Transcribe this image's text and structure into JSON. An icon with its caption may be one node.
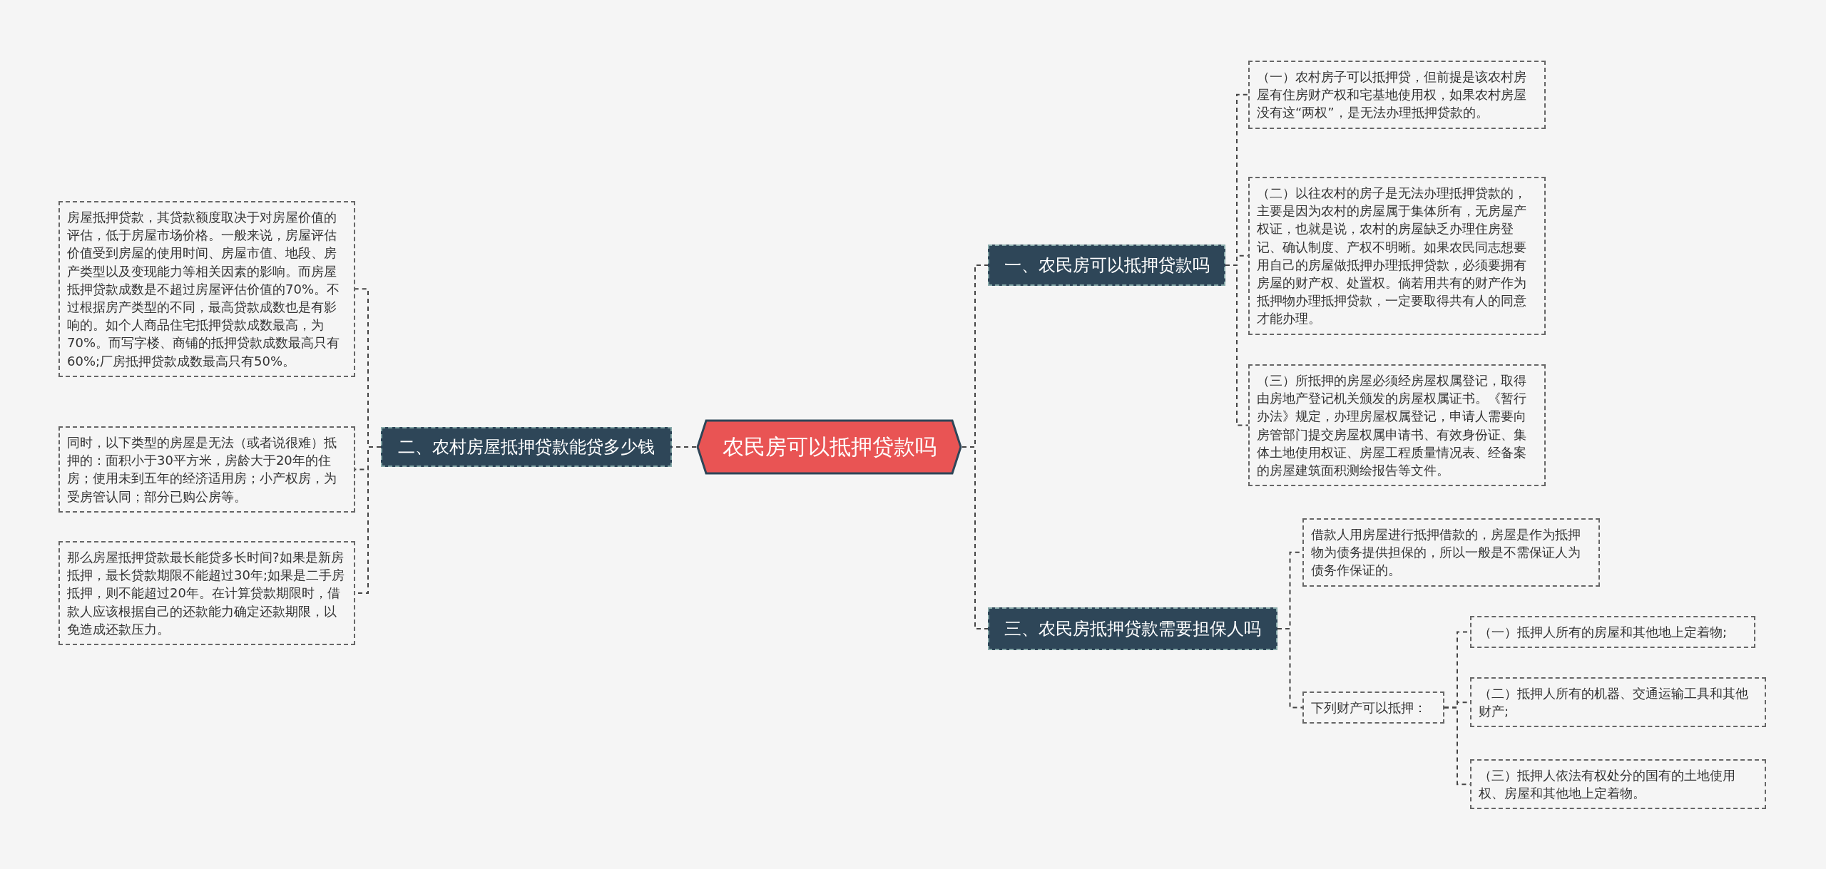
{
  "diagram": {
    "nodes": [
      {
        "text": [
          "农民房可以抵押贷款吗"
        ]
      },
      {
        "text": [
          "一、农民房可以抵押贷款吗"
        ]
      },
      {
        "text": [
          "（一）农村房子可以抵押贷，但前提是该农村房屋有住房财产权和宅基地使用权，如果农村房屋没有这“两权”，是无法办理抵押贷款的。"
        ]
      },
      {
        "text": [
          "（二）以往农村的房子是无法办理抵押贷款的，主要是因为农村的房屋属于集体所有，无房屋产权证，也就是说，农村的房屋缺乏办理住房登记、确认制度、产权不明晰。如果农民同志想要用自己的房屋做抵押办理抵押贷款，必须要拥有房屋的财产权、处置权。倘若用共有的财产作为抵押物办理抵押贷款，一定要取得共有人的同意才能办理。"
        ]
      },
      {
        "text": [
          "（三）所抵押的房屋必须经房屋权属登记，取得由房地产登记机关颁发的房屋权属证书。《暂行办法》规定，办理房屋权属登记，申请人需要向房管部门提交房屋权属申请书、有效身份证、集体土地使用权证、房屋工程质量情况表、经备案的房屋建筑面积测绘报告等文件。"
        ]
      },
      {
        "text": [
          "二、农村房屋抵押贷款能贷多少钱"
        ]
      },
      {
        "text": [
          "房屋抵押贷款，其贷款额度取决于对房屋价值的评估，低于房屋市场价格。一般来说，房屋评估价值受到房屋的使用时间、房屋市值、地段、房产类型以及变现能力等相关因素的影响。而房屋抵押贷款成数是不超过房屋评估价值的70%。不过根据房产类型的不同，最高贷款成数也是有影响的。如个人商品住宅抵押贷款成数最高，为70%。而写字楼、商铺的抵押贷款成数最高只有60%;厂房抵押贷款成数最高只有50%。"
        ]
      },
      {
        "text": [
          "同时，以下类型的房屋是无法（或者说很难）抵押的：面积小于30平方米，房龄大于20年的住房；使用未到五年的经济适用房；小产权房，为受房管认同；部分已购公房等。"
        ]
      },
      {
        "text": [
          "那么房屋抵押贷款最长能贷多长时间?如果是新房抵押，最长贷款期限不能超过30年;如果是二手房抵押，则不能超过20年。在计算贷款期限时，借款人应该根据自己的还款能力确定还款期限，以免造成还款压力。"
        ]
      },
      {
        "text": [
          "三、农民房抵押贷款需要担保人吗"
        ]
      },
      {
        "text": [
          "借款人用房屋进行抵押借款的，房屋是作为抵押物为债务提供担保的，所以一般是不需保证人为债务作保证的。"
        ]
      },
      {
        "text": [
          "下列财产可以抵押："
        ]
      },
      {
        "text": [
          "（一）抵押人所有的房屋和其他地上定着物;"
        ]
      },
      {
        "text": [
          "（二）抵押人所有的机器、交通运输工具和其他财产;"
        ]
      },
      {
        "text": [
          "（三）抵押人依法有权处分的国有的土地使用权、房屋和其他地上定着物。"
        ]
      }
    ],
    "edges": [
      {
        "from": 0,
        "to": 1,
        "arrow": "none"
      },
      {
        "from": 1,
        "to": 2,
        "arrow": "none"
      },
      {
        "from": 1,
        "to": 3,
        "arrow": "none"
      },
      {
        "from": 1,
        "to": 4,
        "arrow": "none"
      },
      {
        "from": 0,
        "to": 5,
        "arrow": "none"
      },
      {
        "from": 5,
        "to": 6,
        "arrow": "none"
      },
      {
        "from": 5,
        "to": 7,
        "arrow": "none"
      },
      {
        "from": 5,
        "to": 8,
        "arrow": "none"
      },
      {
        "from": 0,
        "to": 9,
        "arrow": "none"
      },
      {
        "from": 9,
        "to": 10,
        "arrow": "none"
      },
      {
        "from": 9,
        "to": 11,
        "arrow": "none"
      },
      {
        "from": 11,
        "to": 12,
        "arrow": "none"
      },
      {
        "from": 11,
        "to": 13,
        "arrow": "none"
      },
      {
        "from": 11,
        "to": 14,
        "arrow": "none"
      }
    ]
  }
}
